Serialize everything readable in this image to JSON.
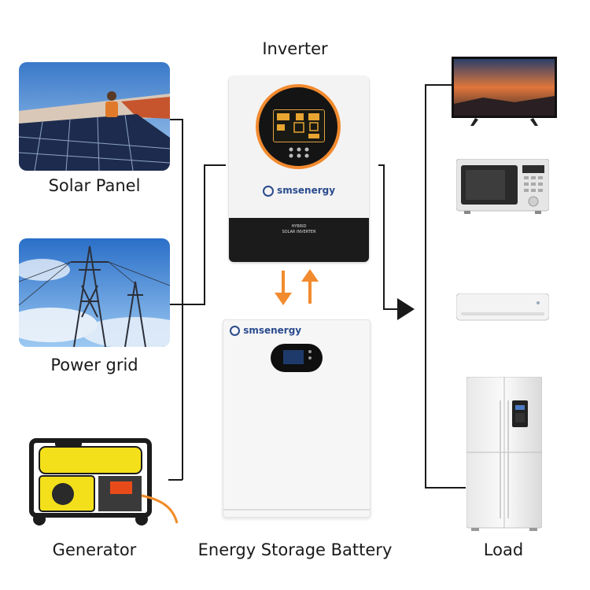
{
  "labels": {
    "inverter": "Inverter",
    "solar_panel": "Solar Panel",
    "power_grid": "Power grid",
    "generator": "Generator",
    "battery": "Energy Storage Battery",
    "load": "Load"
  },
  "brand": {
    "name": "smsenergy",
    "inverter_model_line1": "HYBRID",
    "inverter_model_line2": "SOLAR INVERTER"
  },
  "colors": {
    "accent_orange": "#f28a2e",
    "line": "#1a1a1a",
    "inverter_dark": "#1b1b1b",
    "appliance_white": "#f3f3f3"
  },
  "icons": [
    "sun-icon",
    "transmission-tower-icon",
    "generator-icon",
    "tv-icon",
    "microwave-icon",
    "air-conditioner-icon",
    "refrigerator-icon"
  ]
}
